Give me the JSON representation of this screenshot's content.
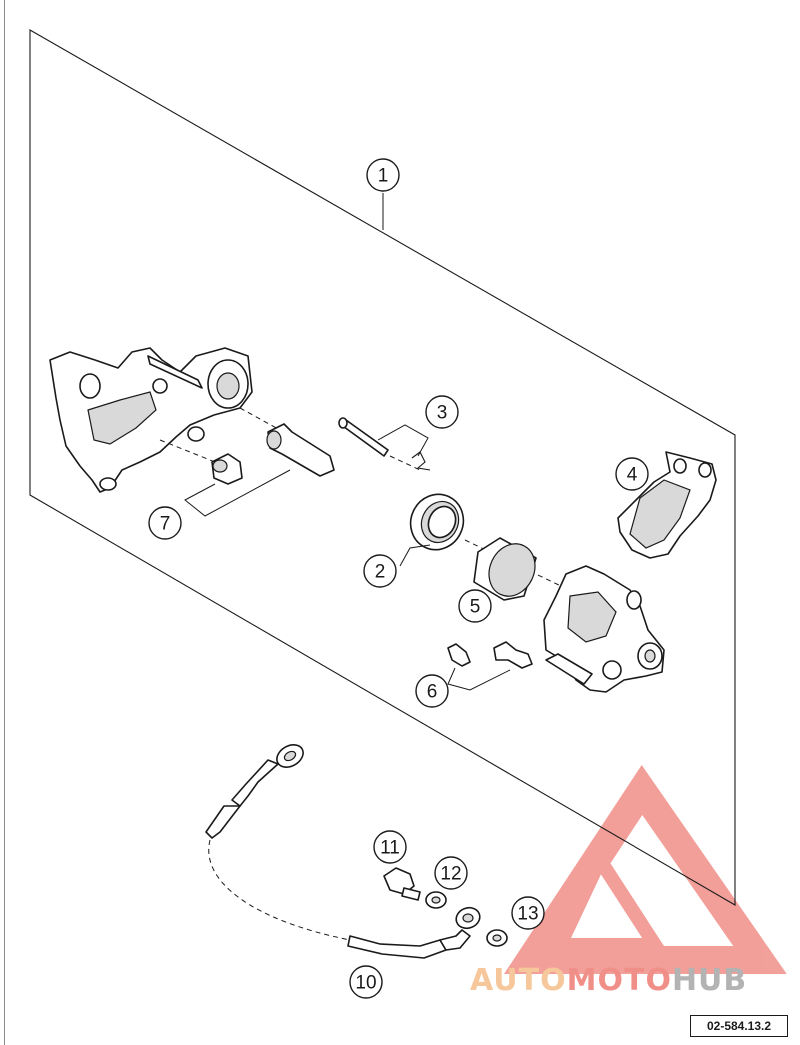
{
  "callouts": {
    "c1": "1",
    "c2": "2",
    "c3": "3",
    "c4": "4",
    "c5": "5",
    "c6": "6",
    "c7": "7",
    "c10": "10",
    "c11": "11",
    "c12": "12",
    "c13": "13"
  },
  "watermark": {
    "brand_part1": "AUTO",
    "brand_part2": "MOTO",
    "brand_part3": "HUB",
    "color_light": "#f5c79a",
    "color_mid": "#f08f88",
    "color_dark": "#b3b3b3"
  },
  "reference_code": "02-584.13.2"
}
